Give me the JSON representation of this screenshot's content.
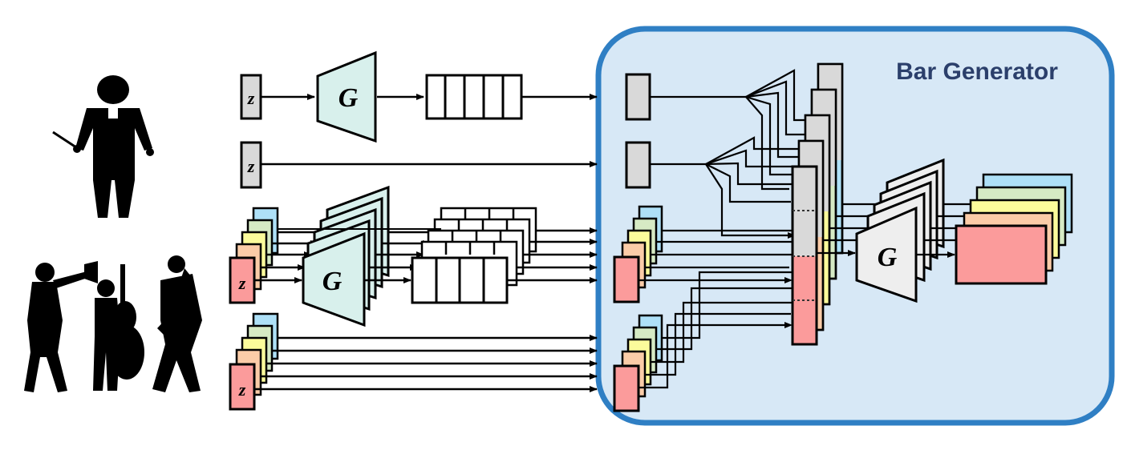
{
  "diagram": {
    "bar_generator_label": "Bar Generator",
    "noise_label": "z",
    "generator_label": "G",
    "colors": {
      "panel_fill": "#d7e8f6",
      "panel_stroke": "#2f7fc4",
      "generator_fill": "#d8f0ec",
      "generator_inner_fill": "#eeeeee",
      "noise_gray": "#d9d9d9",
      "track_colors": [
        "#aee0f7",
        "#d6eac4",
        "#fbfb9b",
        "#fbcca8",
        "#fb9b9b"
      ],
      "vector_gray": "#d9d9d9",
      "vector_red": "#fb9b9b",
      "silhouette": "#000000"
    },
    "icons": [
      "conductor-icon",
      "jazz-band-icon"
    ]
  }
}
